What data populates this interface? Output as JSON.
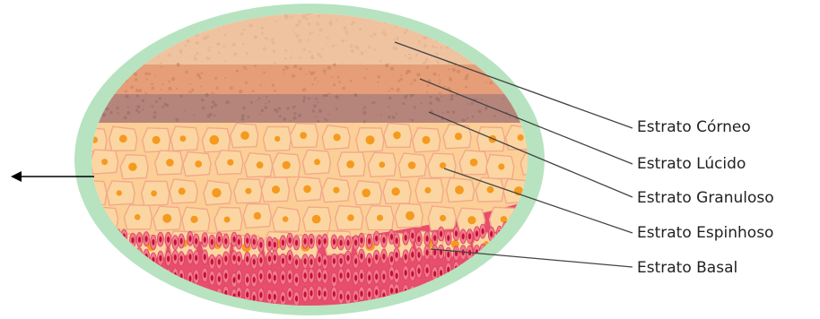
{
  "diagram": {
    "layers": [
      {
        "id": "corneo",
        "label": "Estrato Córneo",
        "color": "#efc3a0"
      },
      {
        "id": "lucido",
        "label": "Estrato Lúcido",
        "color": "#e59e78"
      },
      {
        "id": "granuloso",
        "label": "Estrato Granuloso",
        "color": "#b5857c"
      },
      {
        "id": "espinhoso",
        "label": "Estrato Espinhoso",
        "color": "#fbcf96"
      },
      {
        "id": "basal",
        "label": "Estrato Basal",
        "color": "#e84d6b"
      }
    ],
    "border_color": "#b7e3c0",
    "nucleus_color": "#f59a1e",
    "basal_nucleus_color": "#c4112f",
    "arrow_color": "#000000"
  }
}
